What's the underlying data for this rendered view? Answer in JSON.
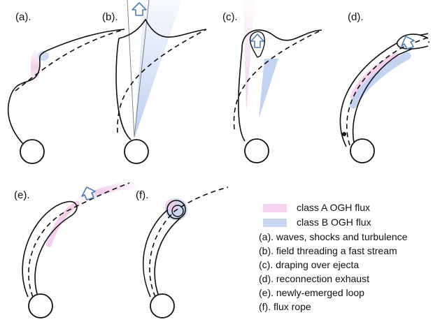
{
  "panels": {
    "a": {
      "label": "(a)."
    },
    "b": {
      "label": "(b)."
    },
    "c": {
      "label": "(c)."
    },
    "d": {
      "label": "(d)."
    },
    "e": {
      "label": "(e)."
    },
    "f": {
      "label": "(f)."
    }
  },
  "legend": {
    "class_a": "class A OGH flux",
    "class_b": "class B OGH flux",
    "items": [
      "(a). waves, shocks and turbulence",
      "(b). field threading a fast stream",
      "(c). draping over ejecta",
      "(d). reconnection exhaust",
      "(e). newly-emerged loop",
      "(f).  flux rope"
    ]
  },
  "colors": {
    "class_a": "#f2c6e8",
    "class_b": "#b9cdf0",
    "line": "#111111",
    "arrow": "#4f7fb8"
  }
}
